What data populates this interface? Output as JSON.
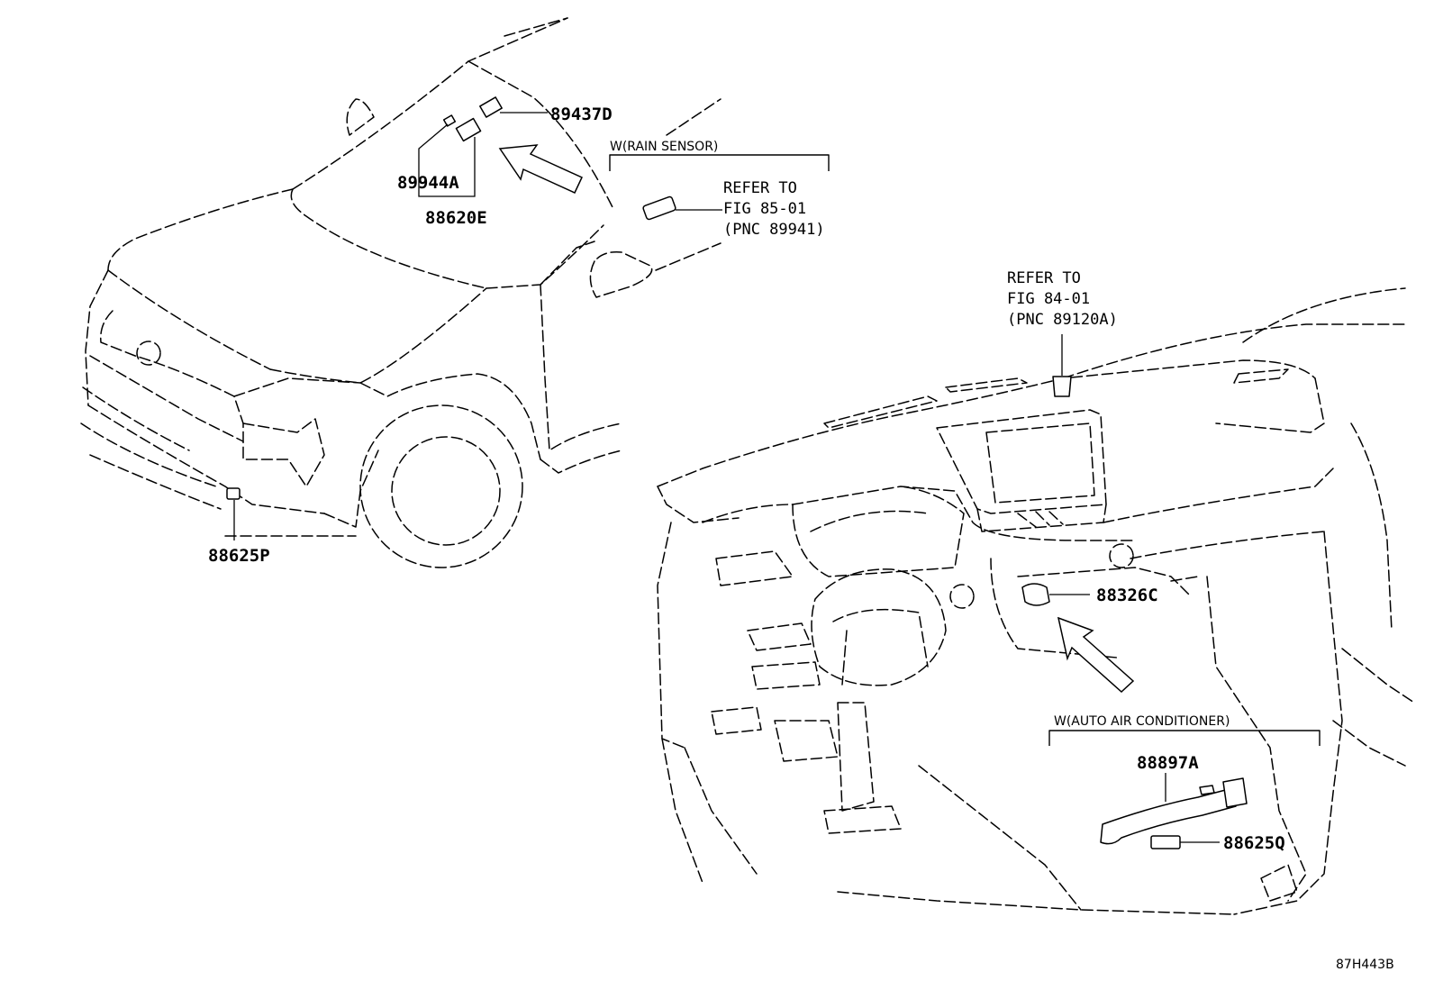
{
  "labels": {
    "p89437D": "89437D",
    "p89944A": "89944A",
    "p88620E": "88620E",
    "p88625P": "88625P",
    "p88326C": "88326C",
    "p88897A": "88897A",
    "p88625Q": "88625Q"
  },
  "rain_sensor": {
    "condition": "W(RAIN SENSOR)",
    "refer": [
      "REFER TO",
      "FIG 85-01",
      "(PNC 89941)"
    ]
  },
  "dash_ref": {
    "refer": [
      "REFER TO",
      "FIG 84-01",
      "(PNC 89120A)"
    ]
  },
  "auto_ac": {
    "condition": "W(AUTO AIR CONDITIONER)"
  },
  "figure_id": "87H443B"
}
